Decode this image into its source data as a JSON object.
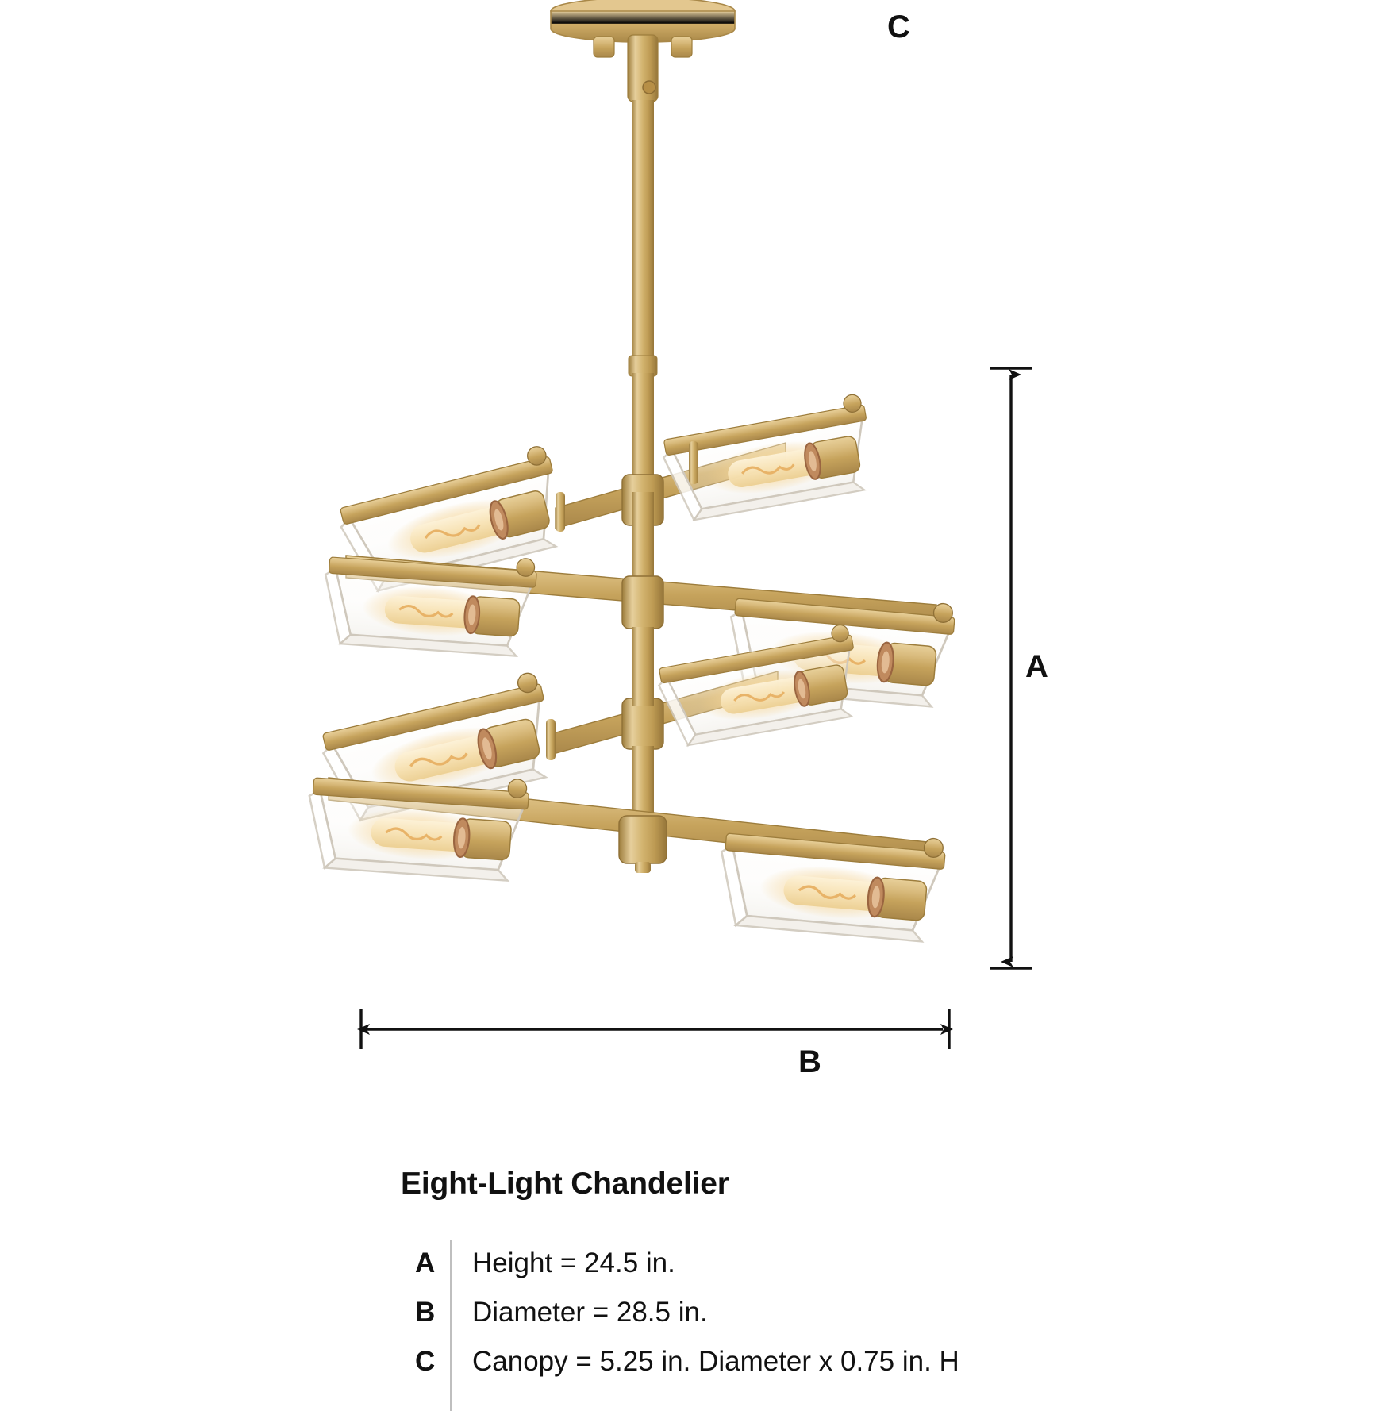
{
  "page": {
    "background": "#ffffff",
    "ink": "#111111"
  },
  "diagram": {
    "subject": "eight-light-chandelier",
    "dimension_markers": [
      {
        "id": "A",
        "label": "A",
        "orientation": "vertical",
        "measures": "overall height"
      },
      {
        "id": "B",
        "label": "B",
        "orientation": "horizontal",
        "measures": "overall diameter"
      },
      {
        "id": "C",
        "label": "C",
        "orientation": "callout",
        "measures": "ceiling canopy"
      }
    ]
  },
  "product": {
    "title": "Eight-Light Chandelier",
    "finish_color": "#c8a košice",
    "brass_light": "#e4c98b",
    "brass_mid": "#c9a961",
    "brass_dark": "#9d7d3c",
    "glass_edge": "#cfc8bc",
    "filament_glow": "#f3c87a",
    "socket_copper": "#b2744a",
    "light_count": 8,
    "shade_shape": "trapezoidal clear glass",
    "arm_tiers": 4
  },
  "specs": {
    "rows": [
      {
        "key": "A",
        "value": "Height = 24.5 in."
      },
      {
        "key": "B",
        "value": "Diameter = 28.5 in."
      },
      {
        "key": "C",
        "value": "Canopy = 5.25 in. Diameter x 0.75 in. H"
      }
    ]
  }
}
